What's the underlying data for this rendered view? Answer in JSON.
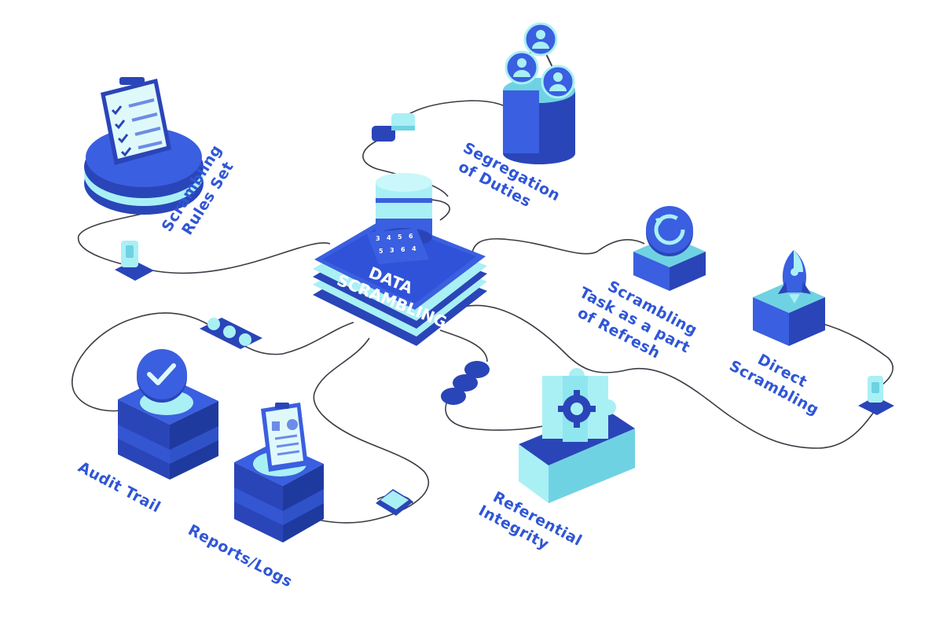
{
  "hub": {
    "label_line1": "DATA",
    "label_line2": "SCRAMBLING",
    "keypad_digits": [
      "3",
      "4",
      "5",
      "6",
      "5",
      "3",
      "6",
      "4"
    ]
  },
  "nodes": {
    "scrambling_rules_set": {
      "line1": "Scrambling",
      "line2": "Rules Set",
      "icon": "clipboard-checklist-icon"
    },
    "segregation_of_duties": {
      "line1": "Segregation",
      "line2": "of Duties",
      "icon": "user-network-icon"
    },
    "scrambling_task_refresh": {
      "line1": "Scrambling",
      "line2": "Task as a part",
      "line3": "of Refresh",
      "icon": "refresh-icon"
    },
    "direct_scrambling": {
      "line1": "Direct",
      "line2": "Scrambling",
      "icon": "rocket-icon"
    },
    "referential_integrity": {
      "line1": "Referential",
      "line2": "Integrity",
      "icon": "puzzle-gear-icon"
    },
    "reports_logs": {
      "line1": "Reports/Logs",
      "icon": "report-document-icon"
    },
    "audit_trail": {
      "line1": "Audit Trail",
      "icon": "checkmark-badge-icon"
    }
  },
  "colors": {
    "primary_blue": "#3a5fe0",
    "dark_blue": "#2a45b8",
    "light_cyan": "#a9f0f5",
    "label_blue": "#2f56d6",
    "wire": "#3c3c46"
  }
}
